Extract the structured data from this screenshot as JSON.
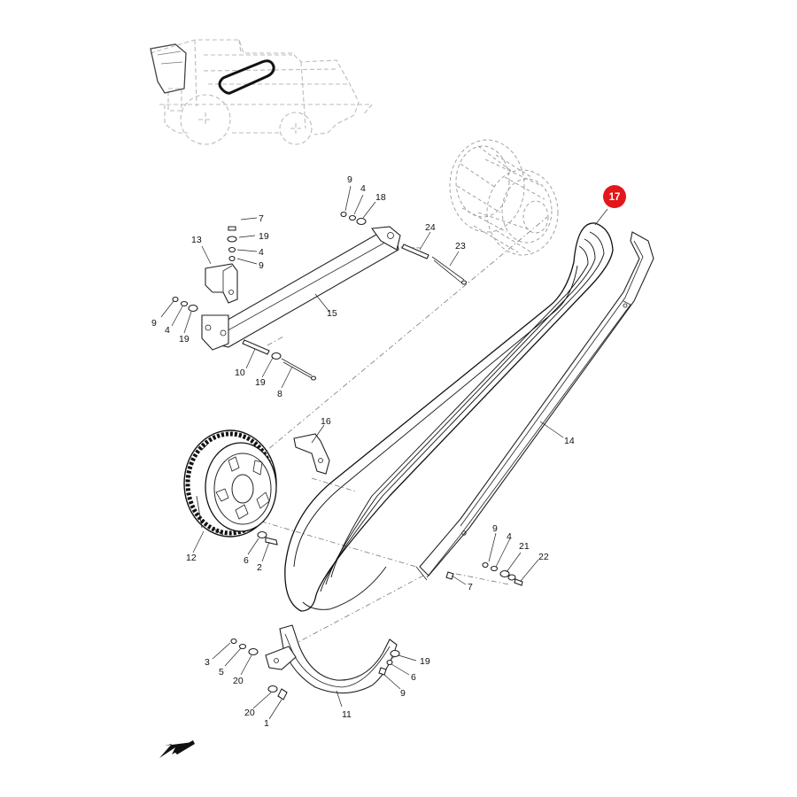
{
  "labels": {
    "p1": "1",
    "p2": "2",
    "p3": "3",
    "p4a": "4",
    "p4b": "4",
    "p4c": "4",
    "p4d": "4",
    "p5": "5",
    "p6a": "6",
    "p6b": "6",
    "p7a": "7",
    "p7b": "7",
    "p8": "8",
    "p9a": "9",
    "p9b": "9",
    "p9c": "9",
    "p9d": "9",
    "p9e": "9",
    "p10": "10",
    "p11": "11",
    "p12": "12",
    "p13": "13",
    "p14": "14",
    "p15": "15",
    "p16": "16",
    "p18": "18",
    "p19a": "19",
    "p19b": "19",
    "p19c": "19",
    "p19d": "19",
    "p20a": "20",
    "p20b": "20",
    "p21": "21",
    "p22": "22",
    "p23": "23",
    "p24": "24"
  },
  "highlight": {
    "label": "17",
    "color": "#e3171b"
  },
  "colors": {
    "line": "#222222",
    "ghost": "#bbbbbb",
    "background": "#ffffff"
  },
  "icons": {
    "direction_arrow": "arrow-down-left-icon"
  }
}
